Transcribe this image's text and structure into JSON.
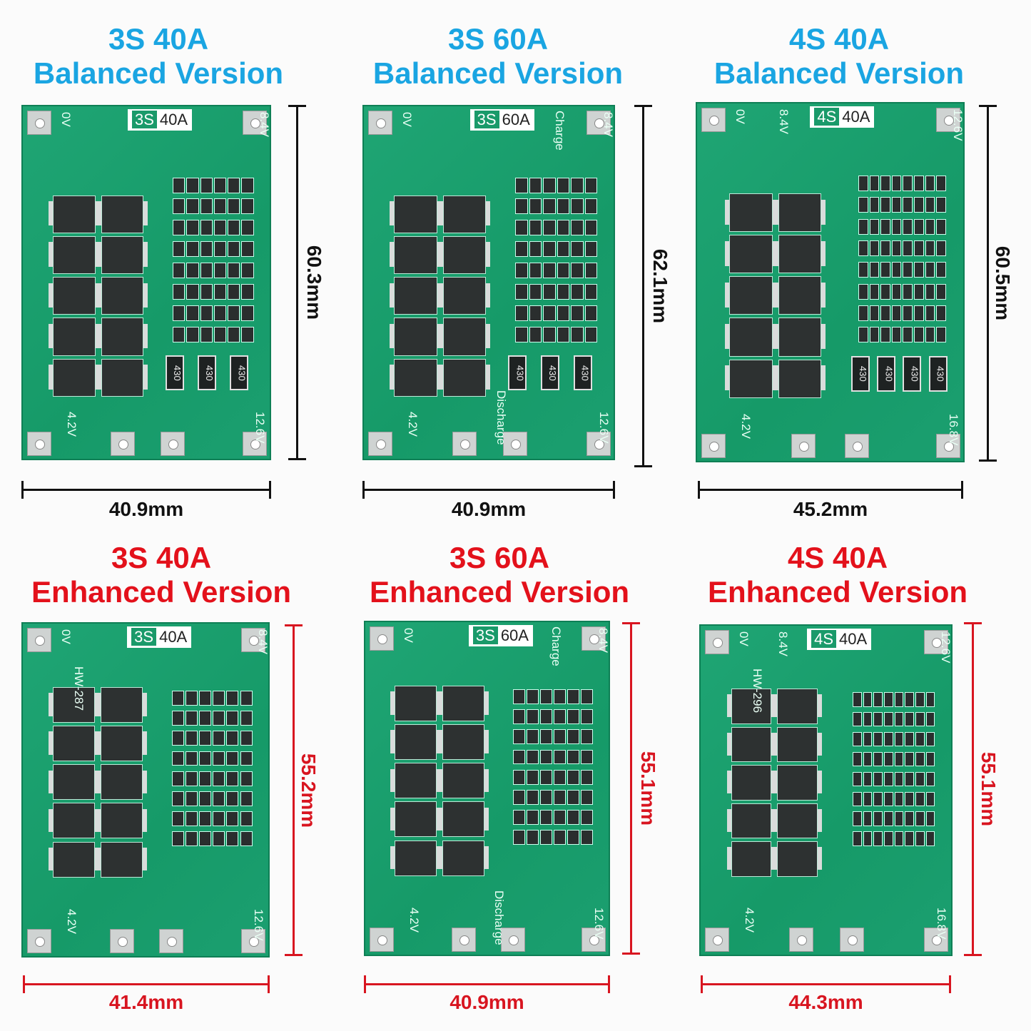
{
  "colors": {
    "balanced": "#1aa5e2",
    "enhanced": "#e3111b",
    "dim_balanced": "#111111",
    "dim_enhanced": "#d81520",
    "pcb": "#1aa070"
  },
  "panels": [
    {
      "title1": "3S 40A",
      "title2": "Balanced Version",
      "height_label": "60.3mm",
      "width_label": "40.9mm",
      "variant": "balanced",
      "silk": {
        "badge_s": "3S",
        "badge_a": "40A",
        "tl": "0V",
        "tr": "8.4V",
        "bl": "4.2V",
        "br": "12.6V",
        "res": [
          "430",
          "430",
          "430"
        ]
      }
    },
    {
      "title1": "3S 60A",
      "title2": "Balanced Version",
      "height_label": "62.1mm",
      "width_label": "40.9mm",
      "variant": "balanced",
      "silk": {
        "badge_s": "3S",
        "badge_a": "60A",
        "tl": "0V",
        "tr": "8.4V",
        "bl": "4.2V",
        "br": "12.6V",
        "top": "Charge",
        "bottom": "Discharge",
        "res": [
          "430",
          "430",
          "430"
        ]
      }
    },
    {
      "title1": "4S 40A",
      "title2": "Balanced Version",
      "height_label": "60.5mm",
      "width_label": "45.2mm",
      "variant": "balanced",
      "silk": {
        "badge_s": "4S",
        "badge_a": "40A",
        "tl": "0V",
        "tr": "12.6V",
        "tm": "8.4V",
        "bl": "4.2V",
        "br": "16.8V",
        "res": [
          "430",
          "430",
          "430",
          "430"
        ]
      }
    },
    {
      "title1": "3S 40A",
      "title2": "Enhanced Version",
      "height_label": "55.2mm",
      "width_label": "41.4mm",
      "variant": "enhanced",
      "silk": {
        "badge_s": "3S",
        "badge_a": "40A",
        "tl": "0V",
        "tr": "8.4V",
        "bl": "4.2V",
        "br": "12.6V",
        "model": "HW-287"
      }
    },
    {
      "title1": "3S 60A",
      "title2": "Enhanced Version",
      "height_label": "55.1mm",
      "width_label": "40.9mm",
      "variant": "enhanced",
      "silk": {
        "badge_s": "3S",
        "badge_a": "60A",
        "tl": "0V",
        "tr": "8.4V",
        "bl": "4.2V",
        "br": "12.6V",
        "top": "Charge",
        "bottom": "Discharge"
      }
    },
    {
      "title1": "4S 40A",
      "title2": "Enhanced Version",
      "height_label": "55.1mm",
      "width_label": "44.3mm",
      "variant": "enhanced",
      "silk": {
        "badge_s": "4S",
        "badge_a": "40A",
        "tl": "0V",
        "tr": "12.6V",
        "tm": "8.4V",
        "bl": "4.2V",
        "br": "16.8V",
        "model": "HW-296"
      }
    }
  ]
}
